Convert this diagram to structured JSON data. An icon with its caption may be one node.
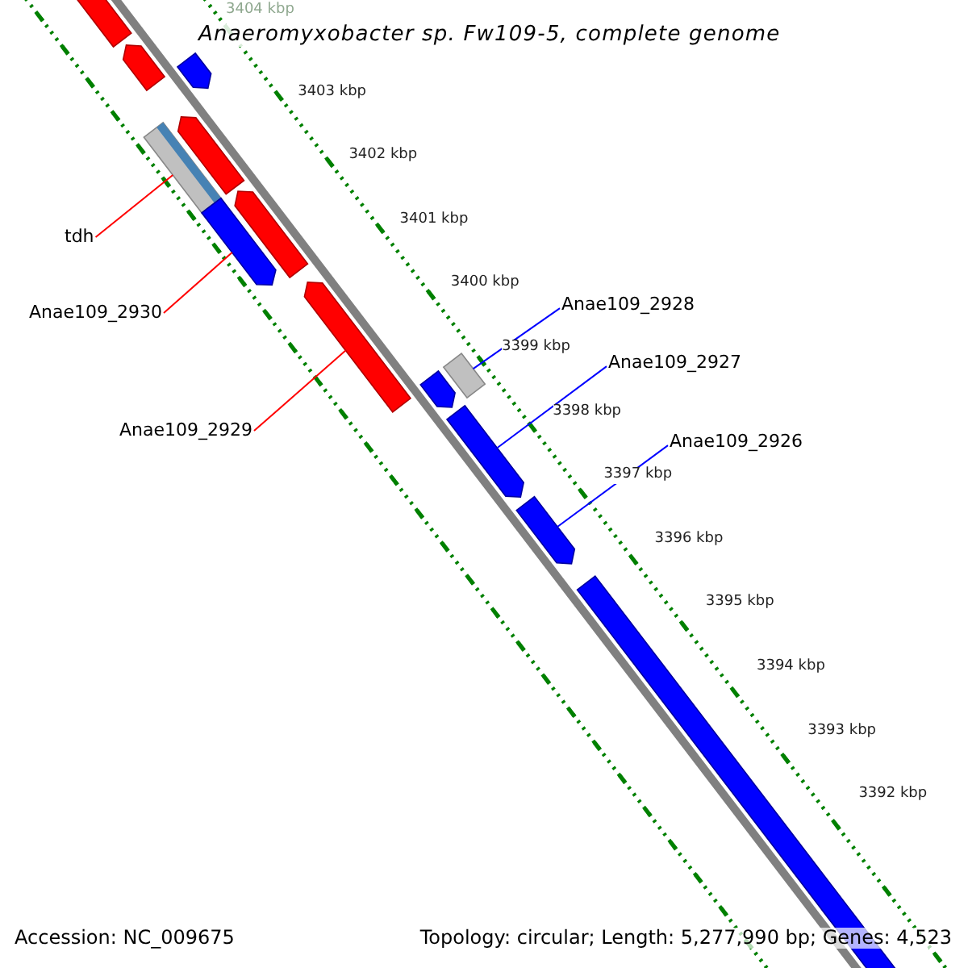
{
  "diagram": {
    "title": "Anaeromyxobacter sp. Fw109-5, complete genome",
    "nodes": [
      {
        "text": [
          "tdh"
        ]
      },
      {
        "text": [],
        "shape": "bar"
      },
      {
        "text": [
          "Anae109_2930"
        ]
      },
      {
        "text": [],
        "shape": "bar"
      },
      {
        "text": [
          "Anae109_2929"
        ]
      },
      {
        "text": [],
        "shape": "bar"
      },
      {
        "text": [
          "Anae109_2928"
        ]
      },
      {
        "text": [],
        "shape": "bar"
      },
      {
        "text": [
          "Anae109_2927"
        ]
      },
      {
        "text": [],
        "shape": "bar"
      },
      {
        "text": [
          "Anae109_2926"
        ]
      },
      {
        "text": [],
        "shape": "bar"
      }
    ],
    "edges": [
      {
        "from": 0,
        "to": 1,
        "arrow": "none",
        "color": "#ff0000"
      },
      {
        "from": 2,
        "to": 3,
        "arrow": "none",
        "color": "#ff0000"
      },
      {
        "from": 4,
        "to": 5,
        "arrow": "none",
        "color": "#ff0000"
      },
      {
        "from": 6,
        "to": 7,
        "arrow": "none",
        "color": "#0000ff"
      },
      {
        "from": 8,
        "to": 9,
        "arrow": "none",
        "color": "#0000ff"
      },
      {
        "from": 10,
        "to": 11,
        "arrow": "none",
        "color": "#0000ff"
      }
    ],
    "labels": [
      "3404 kbp",
      "3403 kbp",
      "3402 kbp",
      "3401 kbp",
      "3400 kbp",
      "3399 kbp",
      "3398 kbp",
      "3397 kbp",
      "3396 kbp",
      "3395 kbp",
      "3394 kbp",
      "3393 kbp",
      "3392 kbp",
      "Accession: NC_009675",
      "Topology: circular; Length: 5,277,990 bp; Genes: 4,523"
    ]
  }
}
